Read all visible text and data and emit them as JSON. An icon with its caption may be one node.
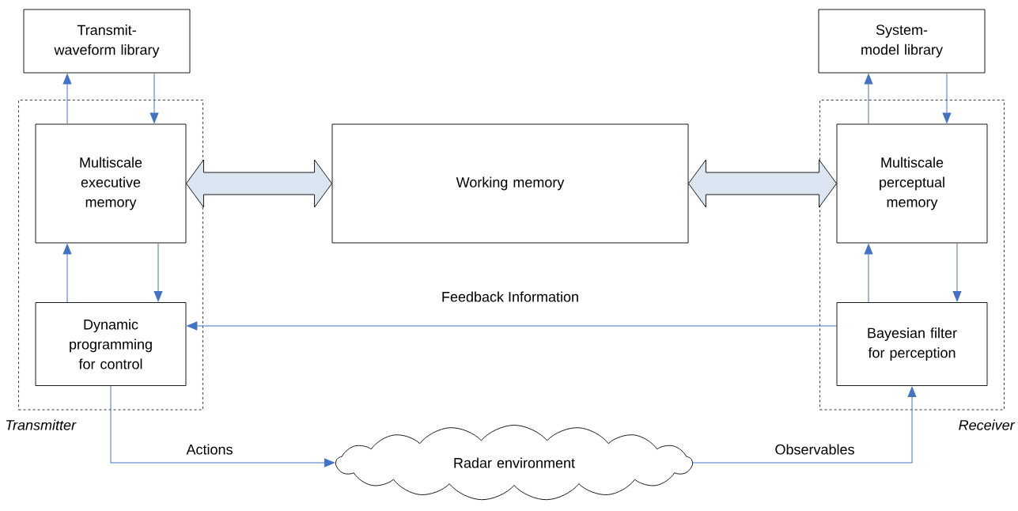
{
  "diagram": {
    "nodes": [
      {
        "text": [
          "Transmitter"
        ]
      },
      {
        "text": [
          "Transmit-waveform library"
        ]
      },
      {
        "text": [
          "Multiscale executive memory"
        ],
        "in": 0
      },
      {
        "text": [
          "Dynamic programming for control"
        ],
        "in": 0
      },
      {
        "text": [
          "Working memory"
        ]
      },
      {
        "text": [
          "Receiver"
        ]
      },
      {
        "text": [
          "System-model library"
        ]
      },
      {
        "text": [
          "Multiscale perceptual memory"
        ],
        "in": 5
      },
      {
        "text": [
          "Bayesian filter for perception"
        ],
        "in": 5
      },
      {
        "text": [
          "Radar environment"
        ]
      }
    ],
    "edges": [
      {
        "from": 2,
        "to": 1,
        "arrow": "to"
      },
      {
        "from": 1,
        "to": 2,
        "arrow": "to"
      },
      {
        "from": 2,
        "to": 4,
        "arrow": "both",
        "style": "thick",
        "color": "#dce6f2"
      },
      {
        "from": 4,
        "to": 7,
        "arrow": "both",
        "style": "thick",
        "color": "#dce6f2"
      },
      {
        "from": 3,
        "to": 2,
        "arrow": "to"
      },
      {
        "from": 2,
        "to": 3,
        "arrow": "to"
      },
      {
        "from": 7,
        "to": 6,
        "arrow": "to"
      },
      {
        "from": 6,
        "to": 7,
        "arrow": "to"
      },
      {
        "from": 8,
        "to": 7,
        "arrow": "to"
      },
      {
        "from": 7,
        "to": 8,
        "arrow": "to"
      },
      {
        "from": 8,
        "to": 3,
        "arrow": "to",
        "label": "Feedback Information"
      },
      {
        "from": 3,
        "to": 9,
        "arrow": "to",
        "label": "Actions"
      },
      {
        "from": 9,
        "to": 8,
        "arrow": "to",
        "label": "Observables"
      }
    ]
  }
}
